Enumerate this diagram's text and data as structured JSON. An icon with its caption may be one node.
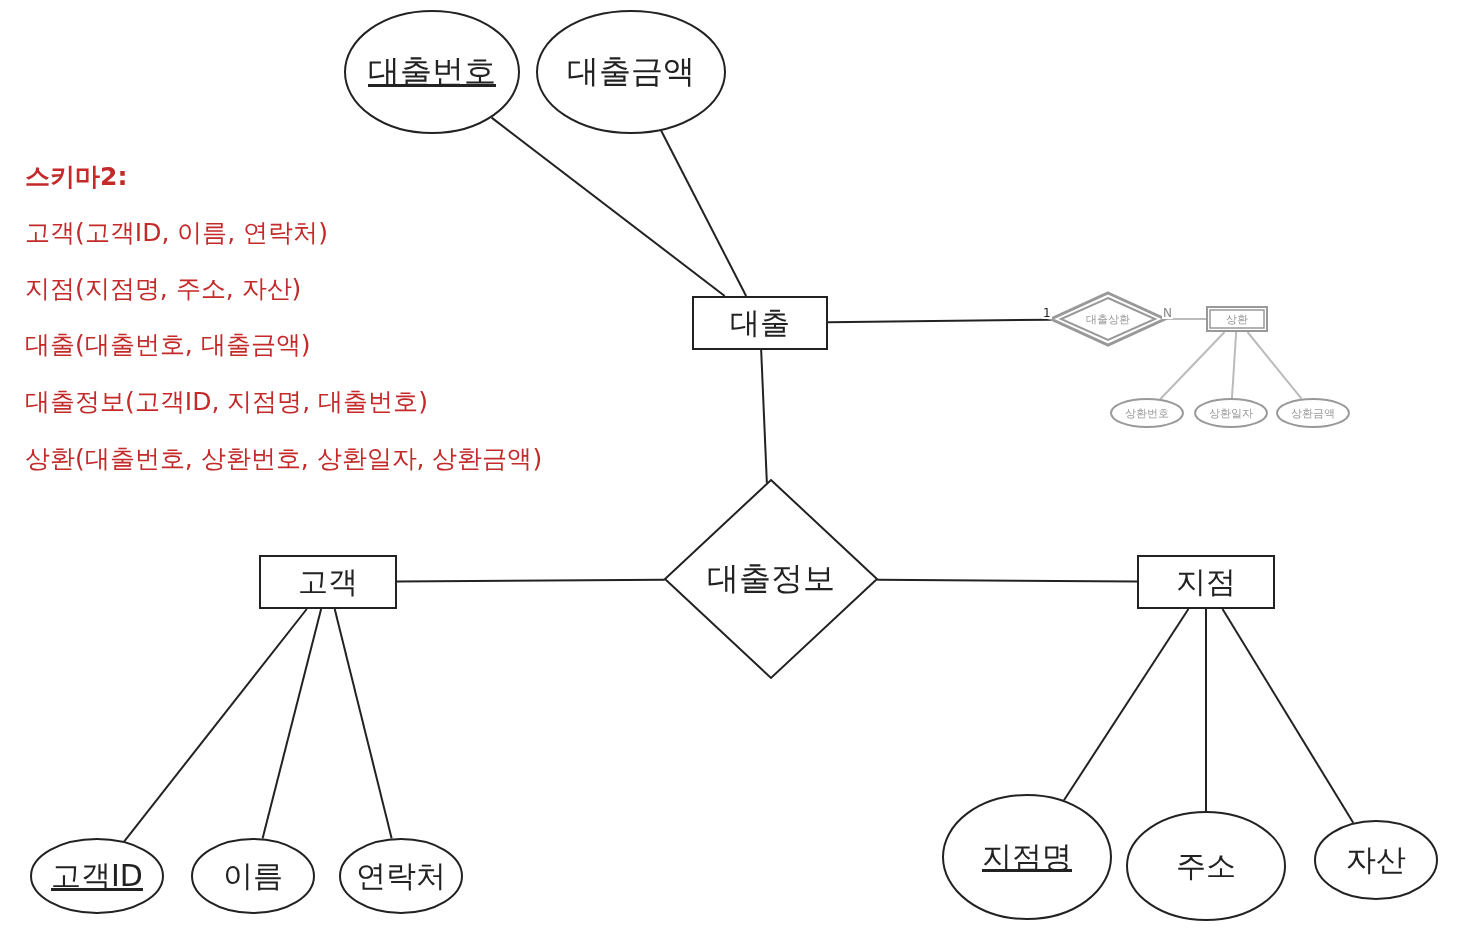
{
  "diagram": {
    "nodes": [
      {
        "text": [
          "대출번호"
        ]
      },
      {
        "text": [
          "대출금액"
        ]
      },
      {
        "text": [
          "대출"
        ]
      },
      {
        "text": [
          "대출상환"
        ]
      },
      {
        "text": [
          "상환"
        ]
      },
      {
        "text": [
          "상환번호"
        ]
      },
      {
        "text": [
          "상환일자"
        ]
      },
      {
        "text": [
          "상환금액"
        ]
      },
      {
        "text": [
          "대출정보"
        ]
      },
      {
        "text": [
          "고객"
        ]
      },
      {
        "text": [
          "지점"
        ]
      },
      {
        "text": [
          "고객ID"
        ]
      },
      {
        "text": [
          "이름"
        ]
      },
      {
        "text": [
          "연락처"
        ]
      },
      {
        "text": [
          "지점명"
        ]
      },
      {
        "text": [
          "주소"
        ]
      },
      {
        "text": [
          "자산"
        ]
      }
    ],
    "edges": [
      {
        "from": 0,
        "to": 2,
        "arrow": "none"
      },
      {
        "from": 1,
        "to": 2,
        "arrow": "none"
      },
      {
        "from": 2,
        "to": 3,
        "arrow": "none",
        "label": "1"
      },
      {
        "from": 3,
        "to": 4,
        "arrow": "none",
        "label": "N",
        "color": "#bbbbbb"
      },
      {
        "from": 4,
        "to": 5,
        "arrow": "none",
        "color": "#bbbbbb"
      },
      {
        "from": 4,
        "to": 6,
        "arrow": "none",
        "color": "#bbbbbb"
      },
      {
        "from": 4,
        "to": 7,
        "arrow": "none",
        "color": "#bbbbbb"
      },
      {
        "from": 2,
        "to": 8,
        "arrow": "none"
      },
      {
        "from": 9,
        "to": 8,
        "arrow": "none"
      },
      {
        "from": 8,
        "to": 10,
        "arrow": "none"
      },
      {
        "from": 9,
        "to": 11,
        "arrow": "none"
      },
      {
        "from": 9,
        "to": 12,
        "arrow": "none"
      },
      {
        "from": 9,
        "to": 13,
        "arrow": "none"
      },
      {
        "from": 10,
        "to": 14,
        "arrow": "none"
      },
      {
        "from": 10,
        "to": 15,
        "arrow": "none"
      },
      {
        "from": 10,
        "to": 16,
        "arrow": "none"
      }
    ],
    "labels": [
      "스키마2:",
      "고객(고객ID, 이름, 연락처)",
      "지점(지점명, 주소, 자산)",
      "대출(대출번호, 대출금액)",
      "대출정보(고객ID, 지점명, 대출번호)",
      "상환(대출번호, 상환번호, 상환일자, 상환금액)"
    ]
  }
}
